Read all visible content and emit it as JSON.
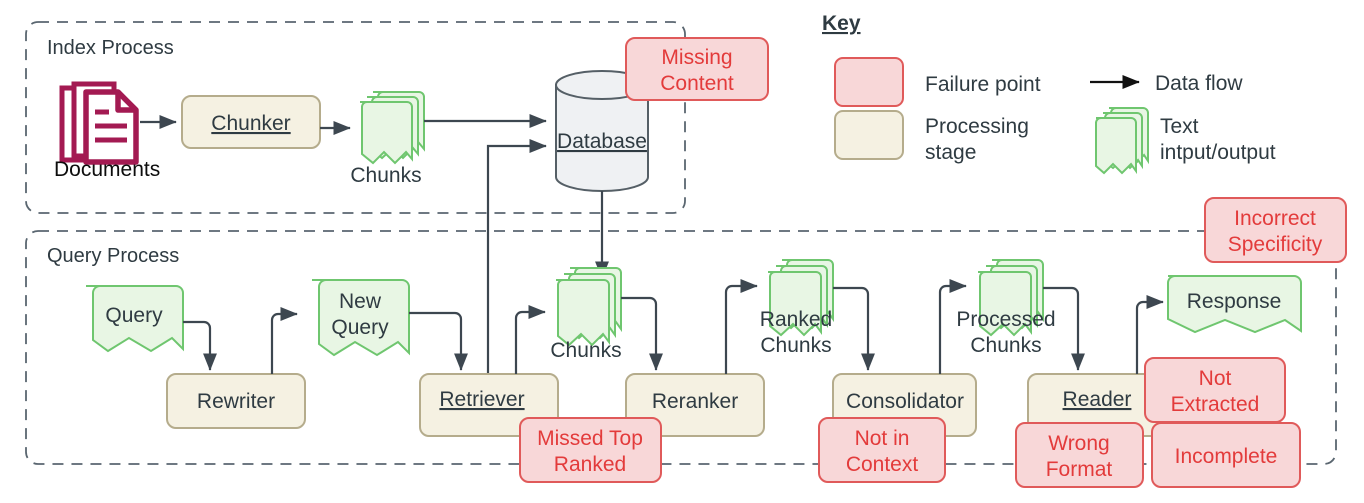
{
  "diagram": {
    "title": "RAG failure points diagram",
    "groups": [
      {
        "id": "index-process",
        "label": "Index Process"
      },
      {
        "id": "query-process",
        "label": "Query Process"
      }
    ],
    "colors": {
      "failure_fill": "#f8d7d8",
      "failure_stroke": "#e05a5a",
      "failure_text": "#e33b3b",
      "stage_fill": "#f5f1e2",
      "stage_stroke": "#b5ac8c",
      "text_fill": "#e8f6e4",
      "text_stroke": "#6fc66f",
      "database_fill": "#eff1f3",
      "database_stroke": "#555f66",
      "documents_icon": "#a31a52",
      "arrow": "#3d4750",
      "group_border": "#5a6670",
      "label_text": "#2f3b42"
    }
  },
  "index_process": {
    "label": "Index Process",
    "documents": {
      "label": "Documents",
      "icon": "documents-stack-icon"
    },
    "chunker": {
      "label": "Chunker",
      "type": "processing-stage"
    },
    "chunks": {
      "label": "Chunks",
      "type": "text-io"
    },
    "database": {
      "label": "Database",
      "type": "datastore"
    },
    "missing_content": {
      "label_line1": "Missing",
      "label_line2": "Content",
      "type": "failure-point"
    }
  },
  "query_process": {
    "label": "Query Process",
    "query": {
      "label": "Query",
      "type": "text-io"
    },
    "rewriter": {
      "label": "Rewriter",
      "type": "processing-stage"
    },
    "new_query": {
      "label_line1": "New",
      "label_line2": "Query",
      "type": "text-io"
    },
    "retriever": {
      "label": "Retriever",
      "type": "processing-stage"
    },
    "chunks": {
      "label": "Chunks",
      "type": "text-io"
    },
    "reranker": {
      "label": "Reranker",
      "type": "processing-stage"
    },
    "ranked_chunks": {
      "label_line1": "Ranked",
      "label_line2": "Chunks",
      "type": "text-io"
    },
    "consolidator": {
      "label": "Consolidator",
      "type": "processing-stage"
    },
    "processed_chunks": {
      "label_line1": "Processed",
      "label_line2": "Chunks",
      "type": "text-io"
    },
    "reader": {
      "label": "Reader",
      "type": "processing-stage"
    },
    "response": {
      "label": "Response",
      "type": "text-io"
    },
    "failures": {
      "missed_top_ranked": {
        "label_line1": "Missed Top",
        "label_line2": "Ranked"
      },
      "not_in_context": {
        "label_line1": "Not in",
        "label_line2": "Context"
      },
      "wrong_format": {
        "label_line1": "Wrong",
        "label_line2": "Format"
      },
      "not_extracted": {
        "label_line1": "Not",
        "label_line2": "Extracted"
      },
      "incomplete": {
        "label_line1": "Incomplete",
        "label_line2": ""
      },
      "incorrect_specificity": {
        "label_line1": "Incorrect",
        "label_line2": "Specificity"
      }
    }
  },
  "key": {
    "title": "Key",
    "items": [
      {
        "id": "failure-point",
        "label_line1": "Failure point",
        "label_line2": "",
        "swatch": "failure-swatch"
      },
      {
        "id": "processing-stage",
        "label_line1": "Processing",
        "label_line2": "stage",
        "swatch": "stage-swatch"
      },
      {
        "id": "data-flow",
        "label_line1": "Data flow",
        "label_line2": "",
        "swatch": "arrow-swatch"
      },
      {
        "id": "text-io",
        "label_line1": "Text",
        "label_line2": "intput/output",
        "swatch": "text-io-swatch"
      }
    ]
  }
}
